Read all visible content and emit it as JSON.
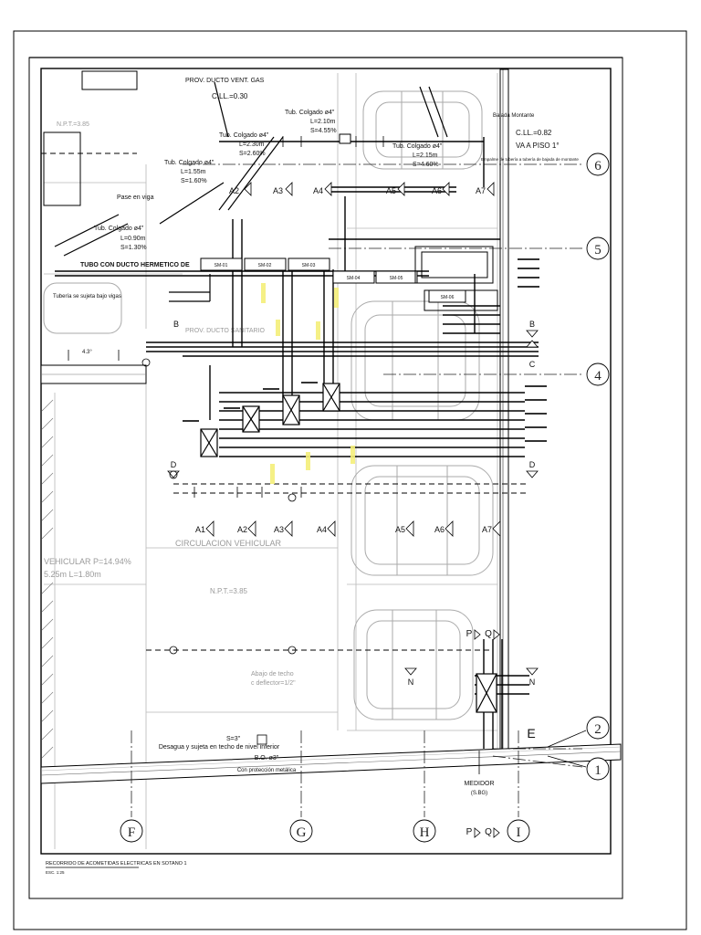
{
  "drawing": {
    "title": "RECORRIDO DE ACOMETIDAS ELECTRICAS EN SOTANO 1",
    "scale": "ESC. 1:25"
  },
  "grid_bubbles": {
    "rows": [
      "6",
      "5",
      "4",
      "2",
      "1"
    ],
    "columns": [
      "F",
      "G",
      "H",
      "I"
    ]
  },
  "markers": {
    "row_A_top": [
      "A2",
      "A3",
      "A4",
      "A5",
      "A6",
      "A7"
    ],
    "row_A_bottom": [
      "A1",
      "A2",
      "A3",
      "A4",
      "A5",
      "A6",
      "A7"
    ],
    "B": "B",
    "C": "C",
    "D": "D",
    "N": "N",
    "P": "P",
    "Q": "Q",
    "E": "E"
  },
  "annotations": {
    "prov_ducto_gas": "PROV. DUCTO VENT. GAS",
    "cll_top": "C.LL.=0.30",
    "tub_colgado_1": "Tub. Colgado ø4\"",
    "tub_colgado_1_l": "L=2.10m",
    "tub_colgado_1_s": "S=4.55%",
    "tub_colgado_2": "Tub. Colgado ø4\"",
    "tub_colgado_2_l": "L=2.30m",
    "tub_colgado_2_s": "S=2.60%",
    "tub_colgado_3": "Tub. Colgado ø4\"",
    "tub_colgado_3_l": "L=2.15m",
    "tub_colgado_3_s": "S=4.60%",
    "tub_colgado_4": "Tub. Colgado ø4\"",
    "tub_colgado_4_l": "L=1.55m",
    "tub_colgado_4_s": "S=1.60%",
    "tub_colgado_5": "Tub. Colgado ø4\"",
    "tub_colgado_5_l": "L=0.90m",
    "tub_colgado_5_s": "S=1.30%",
    "va_piso": "VA A PISO 1°",
    "cll_right": "C.LL.=0.82",
    "bajada": "Bajada Montante",
    "empalme": "Empalme de tubería a tubería de bajada de montante",
    "npt_left": "N.P.T.=3.85",
    "npt_center": "N.P.T.=3.85",
    "hermetico": "TUBO CON DUCTO HERMETICO DE",
    "pase_viga": "Pase en viga",
    "prov_ducto_sanitario": "PROV. DUCTO SANITARIO",
    "tuberia_sujeta": "Tubería se sujeta bajo vigas",
    "circulacion": "CIRCULACION VEHICULAR",
    "rampa": "VEHICULAR  P=14.94%",
    "rampa_dims": "5.25m       L=1.80m",
    "desagua": "Desagua y sujeta en techo de nivel inferior",
    "bo_label": "B.O. ø3\"",
    "bo_sub": "Con protección metálica",
    "medidor": "MEDIDOR",
    "medidor_sub": "(S.BG)",
    "abajo_techo": "Abajo de techo",
    "deflector": "c deflector=1/2\"",
    "cll_bottom": "S=3\"",
    "a1_angle": "4.3°"
  },
  "tags": {
    "sm": [
      "SM-01",
      "SM-02",
      "SM-03",
      "SM-04",
      "SM-05",
      "SM-06"
    ]
  }
}
